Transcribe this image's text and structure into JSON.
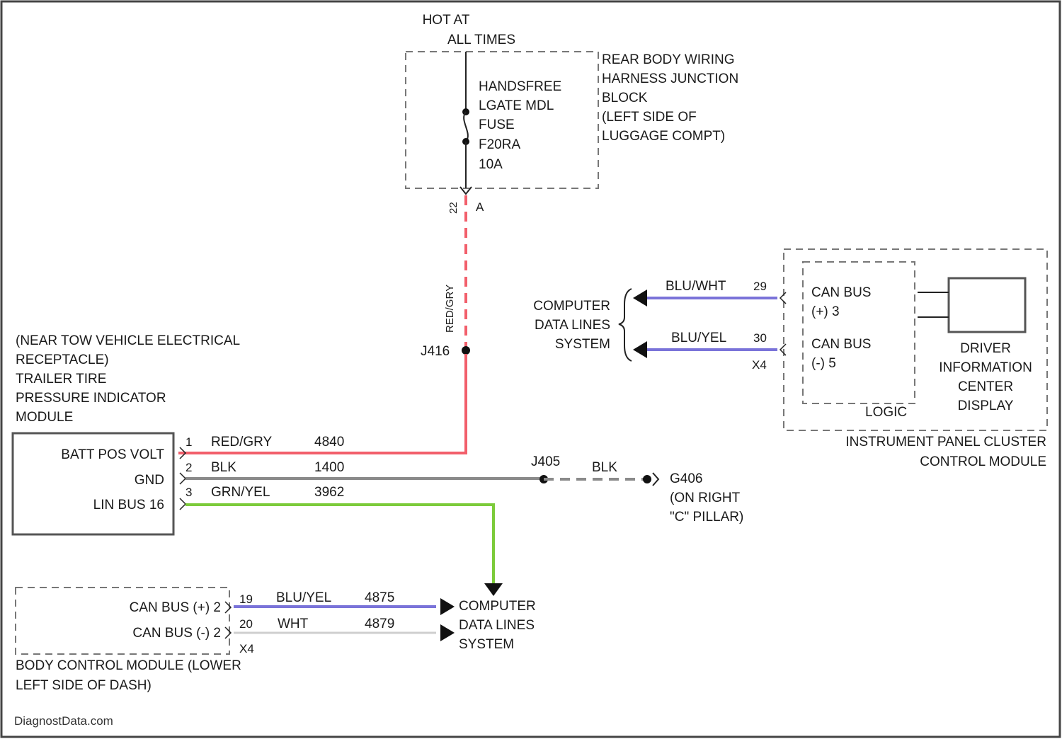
{
  "colors": {
    "red_wire": "#f25f6b",
    "black_wire": "#8a8a8a",
    "green_wire": "#7ccb3a",
    "blue_wire": "#7a73d9",
    "white_wire": "#cfcfcf",
    "dashed_box": "#777777",
    "line": "#222222"
  },
  "power": {
    "hot_line1": "HOT AT",
    "hot_line2": "ALL TIMES"
  },
  "junction_block": {
    "label_lines": [
      "REAR BODY WIRING",
      "HARNESS JUNCTION",
      "BLOCK",
      "(LEFT SIDE OF",
      "LUGGAGE COMPT)"
    ],
    "fuse_lines": [
      "HANDSFREE",
      "LGATE MDL",
      "FUSE",
      "F20RA",
      "10A"
    ],
    "pin_left": "22",
    "pin_right": "A",
    "wire_vertical_label": "RED/GRY"
  },
  "splice": {
    "label": "J416"
  },
  "trailer_module": {
    "name_lines": [
      "(NEAR TOW VEHICLE ELECTRICAL",
      "RECEPTACLE)",
      "TRAILER TIRE",
      "PRESSURE INDICATOR",
      "MODULE"
    ],
    "pins": [
      {
        "label": "BATT POS VOLT",
        "pin": "1",
        "color_code": "RED/GRY",
        "circuit": "4840"
      },
      {
        "label": "GND",
        "pin": "2",
        "color_code": "BLK",
        "circuit": "1400"
      },
      {
        "label": "LIN BUS 16",
        "pin": "3",
        "color_code": "GRN/YEL",
        "circuit": "3962"
      }
    ]
  },
  "ground": {
    "splice_label": "J405",
    "wire_label": "BLK",
    "ground_label_lines": [
      "G406",
      "(ON RIGHT",
      "\"C\" PILLAR)"
    ]
  },
  "cluster": {
    "logic_label": "LOGIC",
    "can_hi_lines": [
      "CAN BUS",
      "(+) 3"
    ],
    "can_lo_lines": [
      "CAN BUS",
      "(-) 5"
    ],
    "display_lines": [
      "DRIVER",
      "INFORMATION",
      "CENTER",
      "DISPLAY"
    ],
    "module_lines": [
      "INSTRUMENT PANEL CLUSTER",
      "CONTROL MODULE"
    ],
    "wire_hi": {
      "color_code": "BLU/WHT",
      "pin": "29"
    },
    "wire_lo": {
      "color_code": "BLU/YEL",
      "pin": "30"
    },
    "connector": "X4",
    "data_lines": [
      "COMPUTER",
      "DATA LINES",
      "SYSTEM"
    ]
  },
  "bcm": {
    "can_hi": "CAN BUS (+) 2",
    "can_lo": "CAN BUS (-) 2",
    "module_lines": [
      "BODY CONTROL MODULE (LOWER",
      "LEFT SIDE OF DASH)"
    ],
    "wire_hi": {
      "pin": "19",
      "color_code": "BLU/YEL",
      "circuit": "4875"
    },
    "wire_lo": {
      "pin": "20",
      "color_code": "WHT",
      "circuit": "4879"
    },
    "connector": "X4",
    "data_lines": [
      "COMPUTER",
      "DATA LINES",
      "SYSTEM"
    ]
  },
  "watermark": "DiagnostData.com"
}
